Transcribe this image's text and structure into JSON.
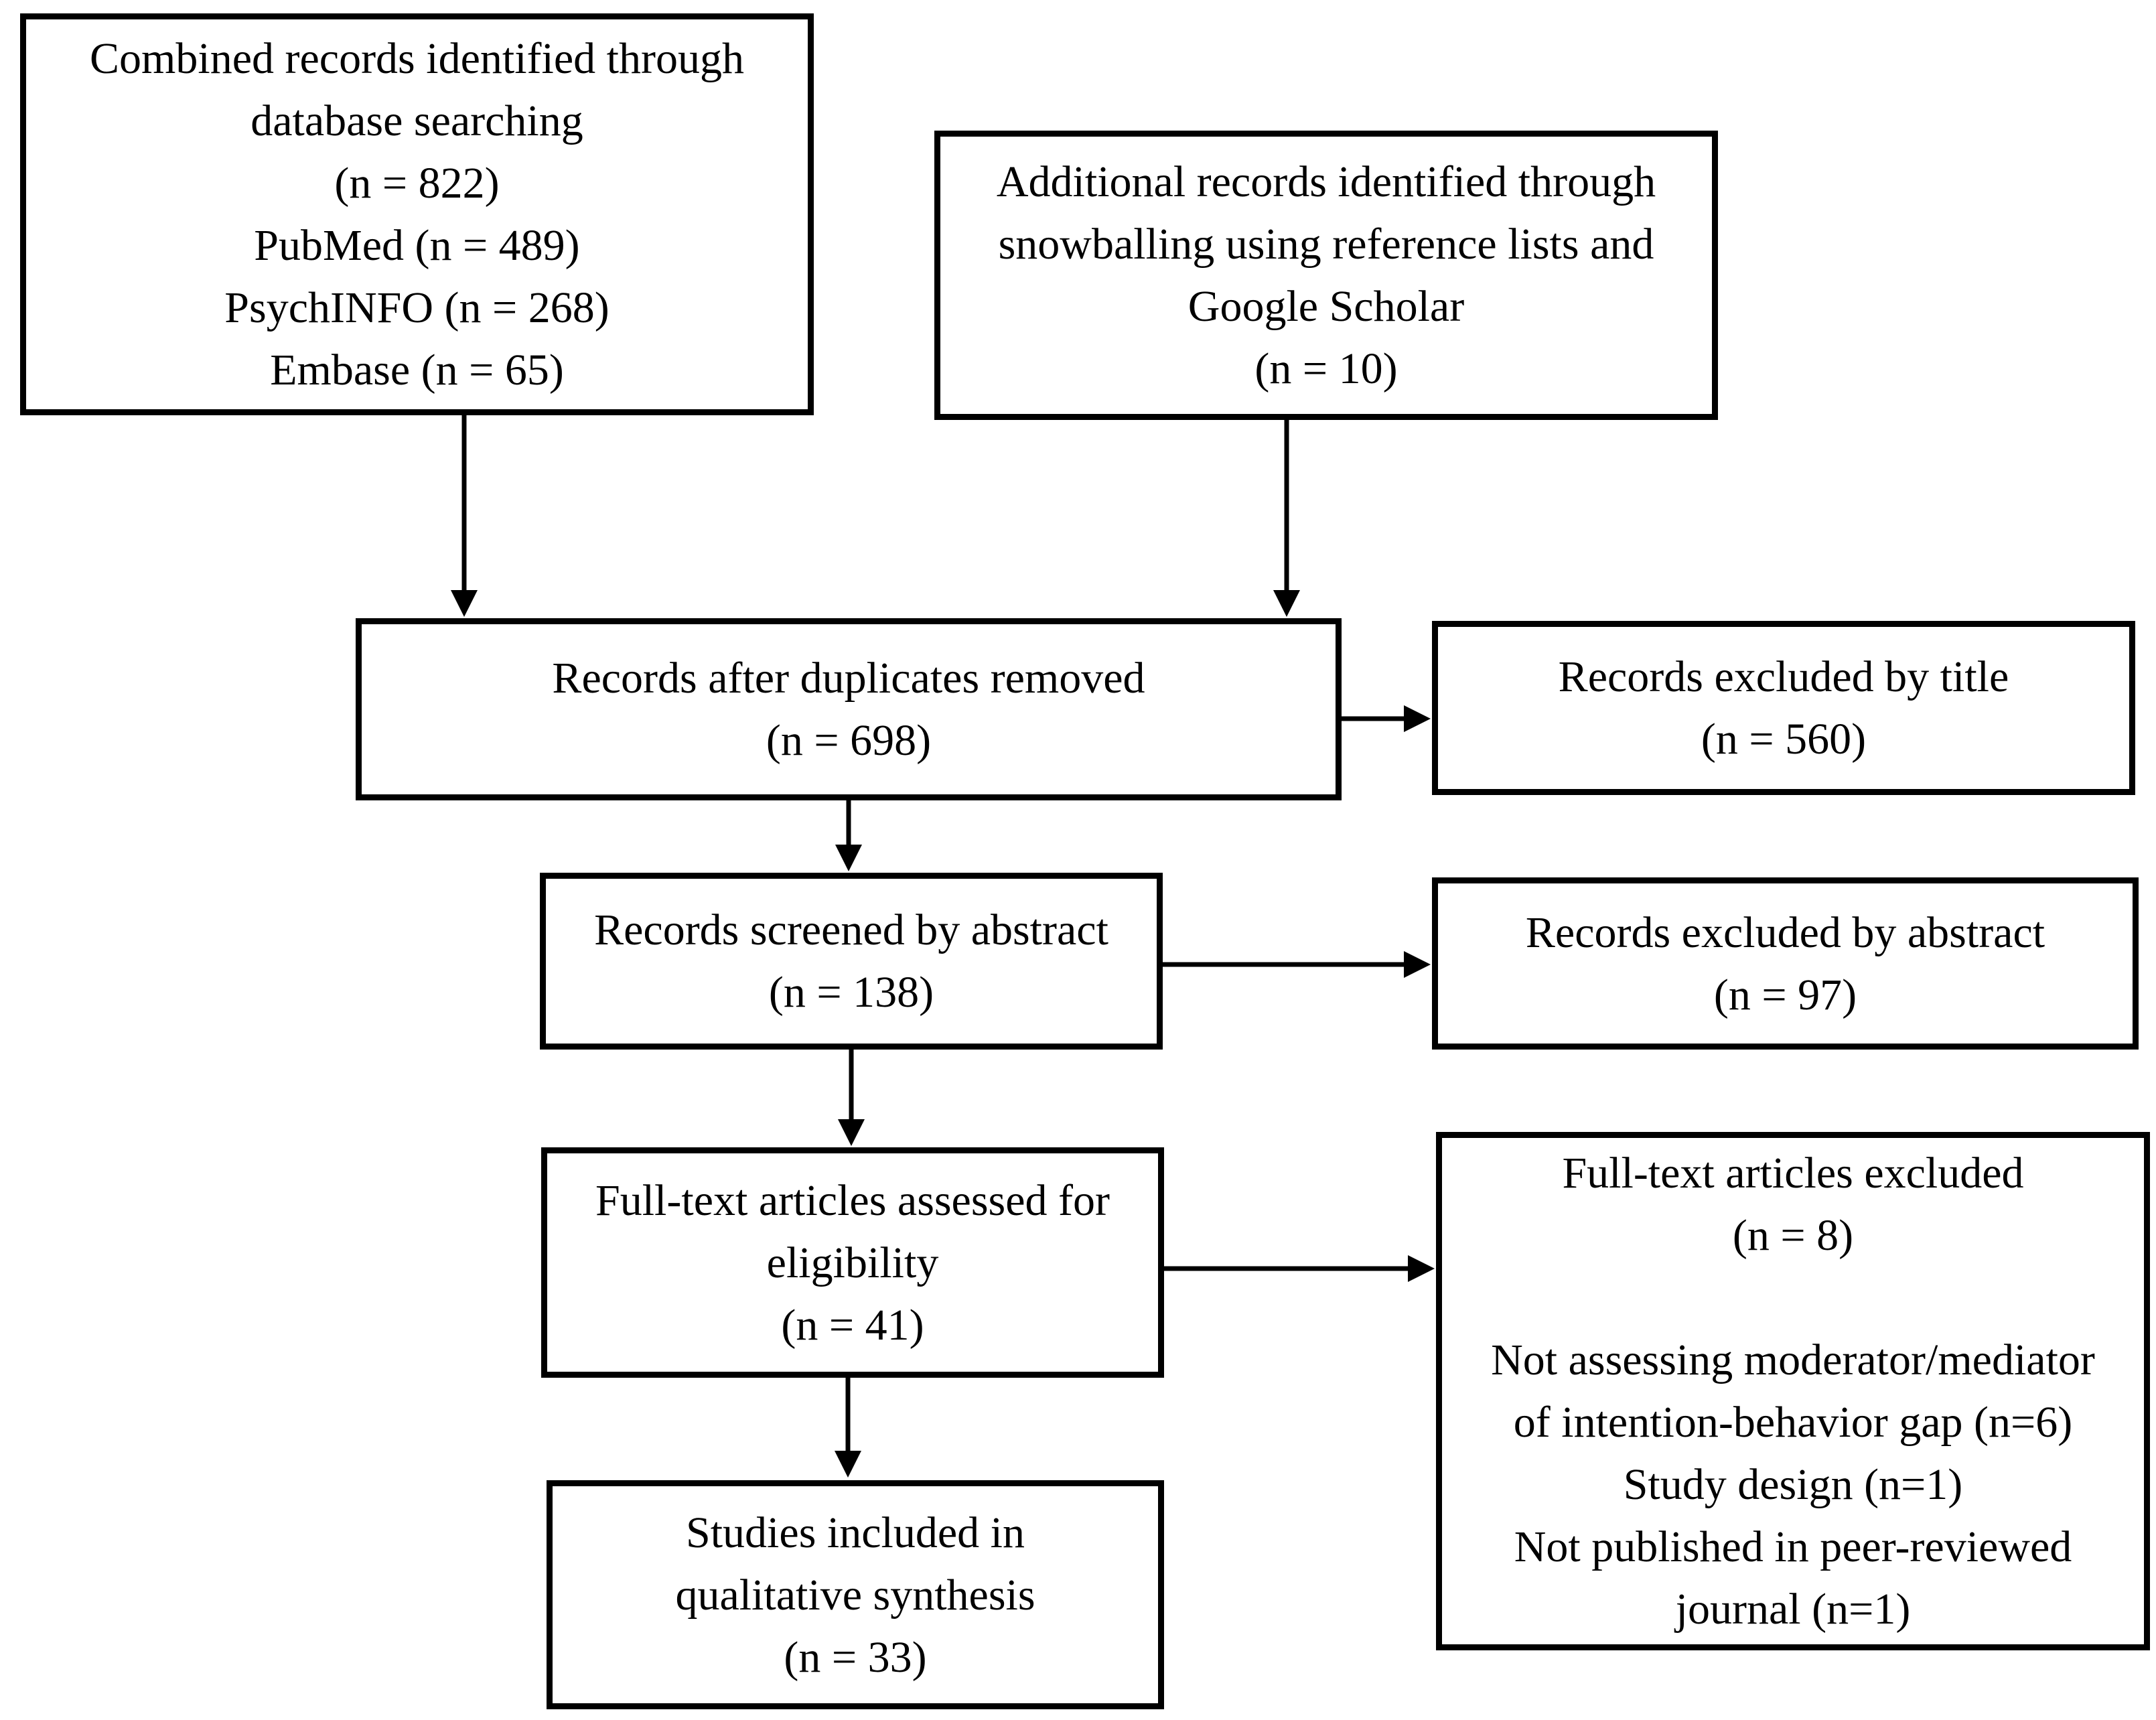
{
  "diagram": {
    "boxes": {
      "combined": "Combined records identified through\ndatabase searching\n(n = 822)\nPubMed (n = 489)\nPsychINFO (n = 268)\nEmbase (n = 65)",
      "additional": "Additional records identified through\nsnowballing using reference lists and\nGoogle Scholar\n(n = 10)",
      "duplicates": "Records after duplicates removed\n(n = 698)",
      "excluded_title": "Records excluded by title\n(n = 560)",
      "screened": "Records screened by abstract\n(n = 138)",
      "excluded_abstract": "Records excluded by abstract\n(n = 97)",
      "fulltext": "Full-text articles assessed for\neligibility\n(n = 41)",
      "fulltext_excluded": "Full-text articles excluded\n(n = 8)\n\nNot assessing moderator/mediator\nof intention-behavior gap (n=6)\nStudy design (n=1)\nNot published in peer-reviewed\njournal (n=1)",
      "included": "Studies included in\nqualitative synthesis\n(n = 33)"
    },
    "colors": {
      "line": "#000000",
      "background": "#ffffff",
      "text": "#000000"
    }
  }
}
